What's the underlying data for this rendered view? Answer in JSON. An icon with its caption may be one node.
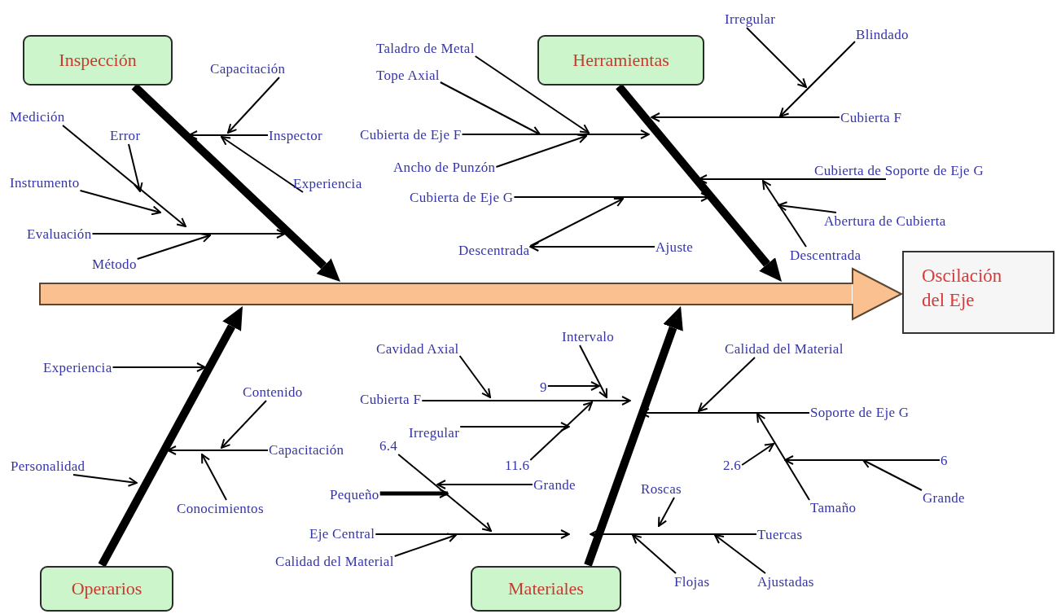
{
  "diagram": {
    "nodes": [
      {
        "text": [
          "Inspección"
        ]
      },
      {
        "text": [
          "Capacitación"
        ]
      },
      {
        "text": [
          "Medición"
        ]
      },
      {
        "text": [
          "Error"
        ]
      },
      {
        "text": [
          "Inspector"
        ]
      },
      {
        "text": [
          "Instrumento"
        ]
      },
      {
        "text": [
          "Experiencia"
        ]
      },
      {
        "text": [
          "Evaluación"
        ]
      },
      {
        "text": [
          "Método"
        ]
      },
      {
        "text": [
          "Herramientas"
        ]
      },
      {
        "text": [
          "Taladro de Metal"
        ]
      },
      {
        "text": [
          "Irregular"
        ]
      },
      {
        "text": [
          "Blindado"
        ]
      },
      {
        "text": [
          "Tope Axial"
        ]
      },
      {
        "text": [
          "Cubierta de Eje F"
        ]
      },
      {
        "text": [
          "Cubierta F"
        ]
      },
      {
        "text": [
          "Ancho de Punzón"
        ]
      },
      {
        "text": [
          "Cubierta de Soporte de Eje G"
        ]
      },
      {
        "text": [
          "Cubierta de Eje G"
        ]
      },
      {
        "text": [
          "Abertura de Cubierta"
        ]
      },
      {
        "text": [
          "Ajuste"
        ]
      },
      {
        "text": [
          "Descentrada"
        ]
      },
      {
        "text": [
          "Descentrada"
        ]
      },
      {
        "text": [
          "Oscilación del Eje"
        ]
      },
      {
        "text": [
          "Operarios"
        ]
      },
      {
        "text": [
          "Experiencia"
        ]
      },
      {
        "text": [
          "Contenido"
        ]
      },
      {
        "text": [
          "Capacitación"
        ]
      },
      {
        "text": [
          "Personalidad"
        ]
      },
      {
        "text": [
          "Conocimientos"
        ]
      },
      {
        "text": [
          "Materiales"
        ]
      },
      {
        "text": [
          "Cavidad Axial"
        ]
      },
      {
        "text": [
          "Intervalo"
        ]
      },
      {
        "text": [
          "Calidad del Material"
        ]
      },
      {
        "text": [
          "9"
        ]
      },
      {
        "text": [
          "Cubierta F"
        ]
      },
      {
        "text": [
          "Irregular"
        ]
      },
      {
        "text": [
          "Soporte de Eje G"
        ]
      },
      {
        "text": [
          "11.6"
        ]
      },
      {
        "text": [
          "6"
        ]
      },
      {
        "text": [
          "6.4"
        ]
      },
      {
        "text": [
          "2.6"
        ]
      },
      {
        "text": [
          "Pequeño"
        ]
      },
      {
        "text": [
          "Grande"
        ]
      },
      {
        "text": [
          "Roscas"
        ]
      },
      {
        "text": [
          "Tamaño"
        ]
      },
      {
        "text": [
          "Grande"
        ]
      },
      {
        "text": [
          "Eje Central"
        ]
      },
      {
        "text": [
          "Tuercas"
        ]
      },
      {
        "text": [
          "Calidad del Material"
        ]
      },
      {
        "text": [
          "Flojas"
        ]
      },
      {
        "text": [
          "Ajustadas"
        ]
      },
      {
        "text": [],
        "shape": "bar"
      }
    ],
    "edges": [
      {
        "from": 52,
        "to": 23,
        "arrow": "to",
        "style": "thick",
        "color": "#fac090"
      },
      {
        "from": 0,
        "to": 52,
        "arrow": "to",
        "style": "thick"
      },
      {
        "from": 4,
        "to": null,
        "arrow": "to"
      },
      {
        "from": 1,
        "to": null,
        "arrow": "to"
      },
      {
        "from": 6,
        "to": null,
        "arrow": "to"
      },
      {
        "from": 7,
        "to": null,
        "arrow": "to"
      },
      {
        "from": 8,
        "to": null,
        "arrow": "to"
      },
      {
        "from": 2,
        "to": null,
        "arrow": "to"
      },
      {
        "from": 3,
        "to": null,
        "arrow": "to"
      },
      {
        "from": 5,
        "to": null,
        "arrow": "to"
      },
      {
        "from": 9,
        "to": 52,
        "arrow": "to",
        "style": "thick"
      },
      {
        "from": 15,
        "to": null,
        "arrow": "to"
      },
      {
        "from": 12,
        "to": null,
        "arrow": "to"
      },
      {
        "from": 11,
        "to": null,
        "arrow": "to"
      },
      {
        "from": 14,
        "to": null,
        "arrow": "to"
      },
      {
        "from": 13,
        "to": null,
        "arrow": "to"
      },
      {
        "from": 10,
        "to": null,
        "arrow": "to"
      },
      {
        "from": 16,
        "to": null,
        "arrow": "to"
      },
      {
        "from": 18,
        "to": null,
        "arrow": "to"
      },
      {
        "from": 21,
        "to": null,
        "arrow": "to"
      },
      {
        "from": 20,
        "to": 21,
        "arrow": "to"
      },
      {
        "from": 17,
        "to": null,
        "arrow": "to"
      },
      {
        "from": 22,
        "to": null,
        "arrow": "to"
      },
      {
        "from": 19,
        "to": null,
        "arrow": "to"
      },
      {
        "from": 24,
        "to": 52,
        "arrow": "to",
        "style": "thick"
      },
      {
        "from": 25,
        "to": null,
        "arrow": "to"
      },
      {
        "from": 28,
        "to": null,
        "arrow": "to"
      },
      {
        "from": 27,
        "to": null,
        "arrow": "to"
      },
      {
        "from": 26,
        "to": null,
        "arrow": "to"
      },
      {
        "from": 29,
        "to": null,
        "arrow": "to"
      },
      {
        "from": 30,
        "to": 52,
        "arrow": "to",
        "style": "thick"
      },
      {
        "from": 35,
        "to": null,
        "arrow": "to"
      },
      {
        "from": 31,
        "to": null,
        "arrow": "to"
      },
      {
        "from": 32,
        "to": null,
        "arrow": "to"
      },
      {
        "from": 34,
        "to": null,
        "arrow": "to"
      },
      {
        "from": 36,
        "to": null,
        "arrow": "to"
      },
      {
        "from": 38,
        "to": null,
        "arrow": "to"
      },
      {
        "from": 47,
        "to": null,
        "arrow": "to"
      },
      {
        "from": 49,
        "to": null,
        "arrow": "to"
      },
      {
        "from": 40,
        "to": null,
        "arrow": "to"
      },
      {
        "from": 42,
        "to": null,
        "arrow": "to",
        "style": "thick"
      },
      {
        "from": 43,
        "to": null,
        "arrow": "to"
      },
      {
        "from": 37,
        "to": null,
        "arrow": "to"
      },
      {
        "from": 33,
        "to": null,
        "arrow": "to"
      },
      {
        "from": 45,
        "to": null,
        "arrow": "to"
      },
      {
        "from": 41,
        "to": null,
        "arrow": "to"
      },
      {
        "from": 39,
        "to": null,
        "arrow": "to"
      },
      {
        "from": 46,
        "to": null,
        "arrow": "to"
      },
      {
        "from": 48,
        "to": null,
        "arrow": "to"
      },
      {
        "from": 44,
        "to": null,
        "arrow": "to"
      },
      {
        "from": 50,
        "to": null,
        "arrow": "to"
      },
      {
        "from": 51,
        "to": null,
        "arrow": "to"
      }
    ]
  }
}
